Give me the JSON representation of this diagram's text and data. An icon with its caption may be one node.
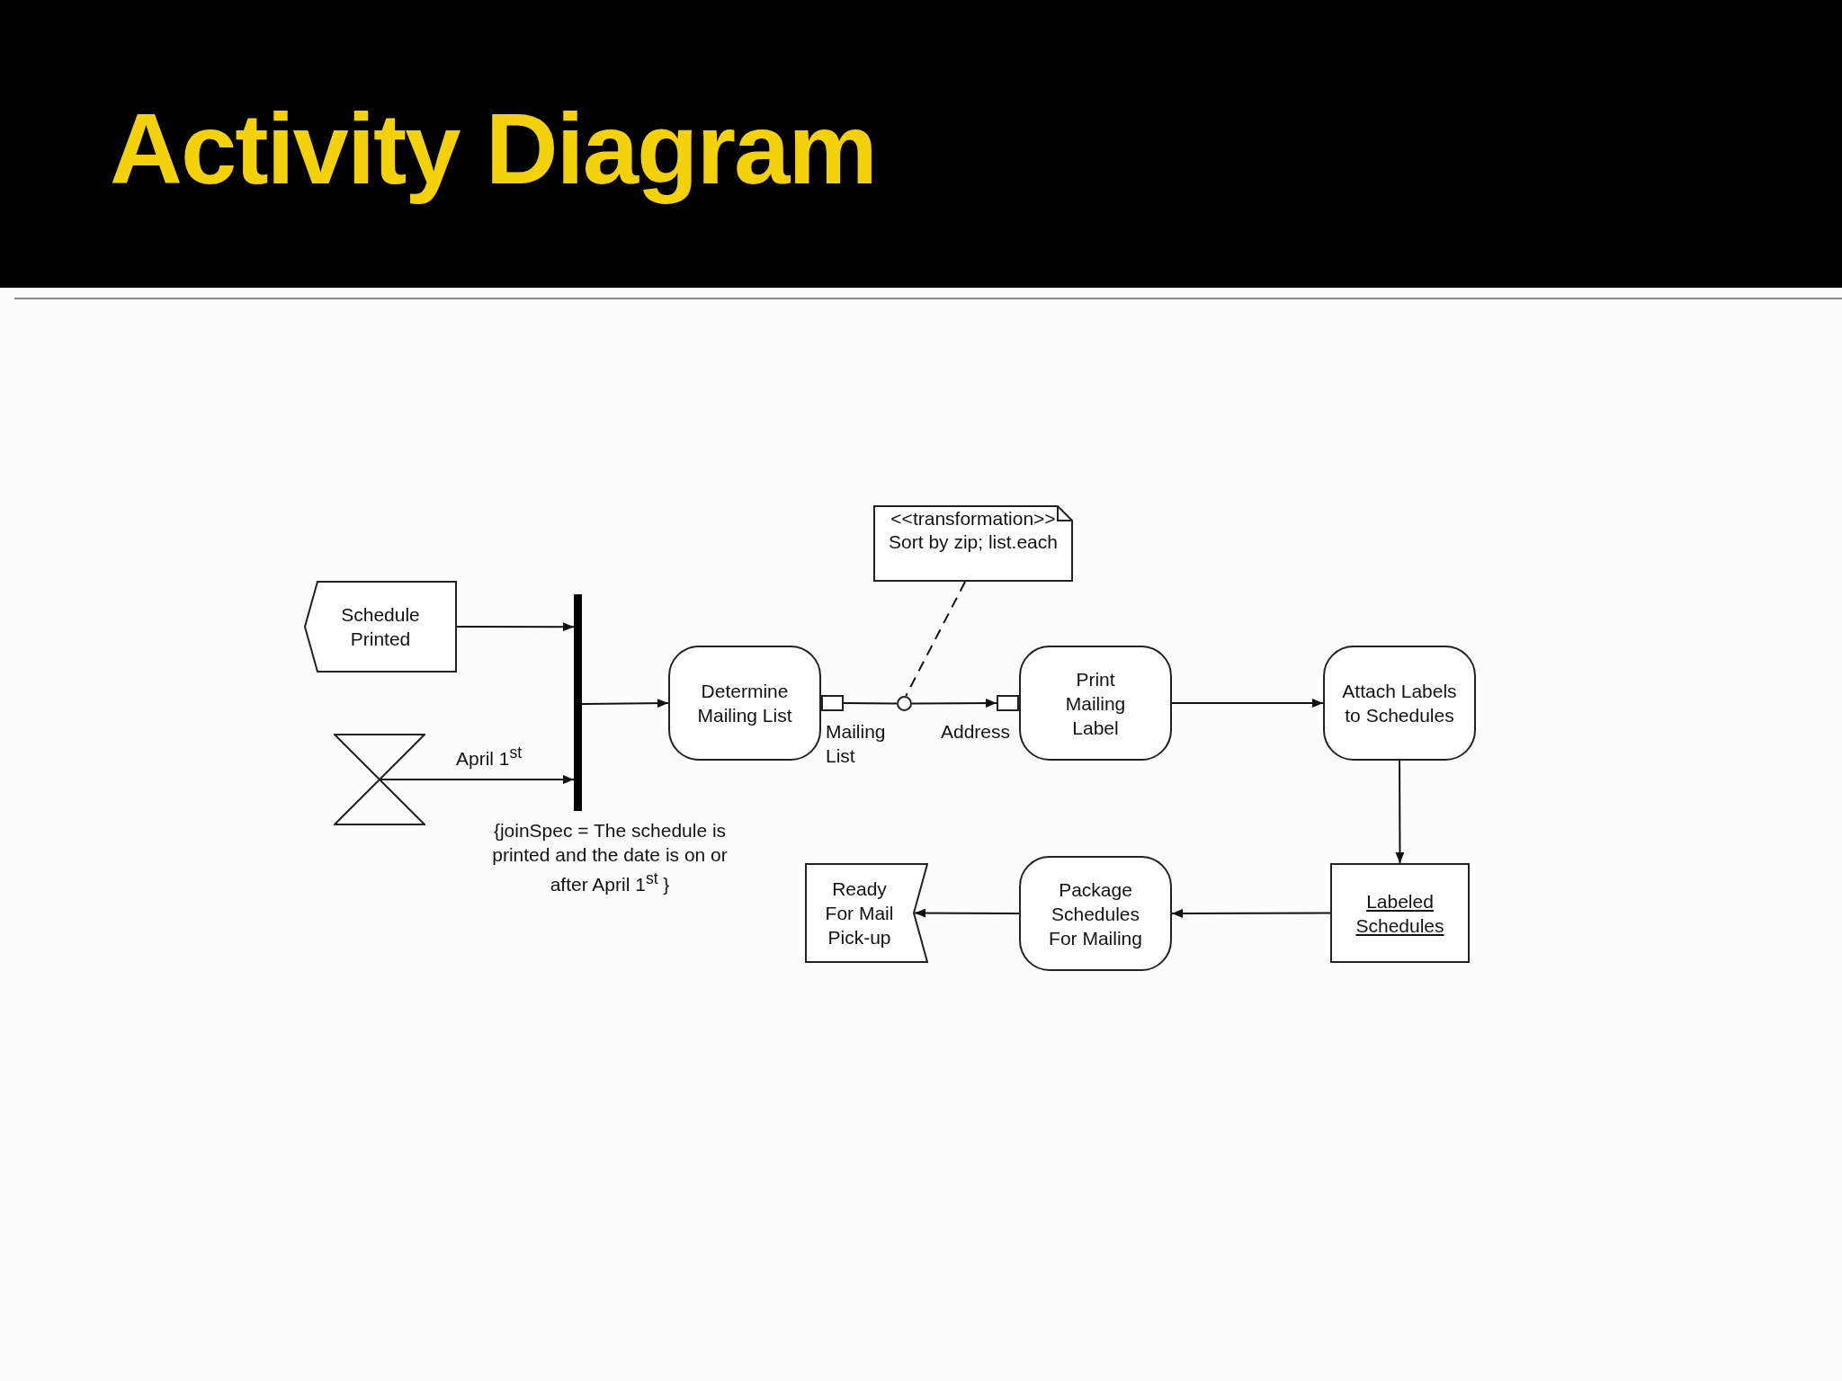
{
  "diagram": {
    "title": "Activity Diagram",
    "nodes": [
      {
        "text": [
          "Schedule Printed"
        ]
      },
      {
        "text": [],
        "shape": "hourglass"
      },
      {
        "text": [],
        "shape": "bar",
        "beside": [
          "{joinSpec = The schedule is printed and the date is on or after April 1$^{st}$ }"
        ]
      },
      {
        "text": [
          "Determine Mailing List"
        ]
      },
      {
        "text": [],
        "shape": "box",
        "beside": [
          "Mailing List"
        ]
      },
      {
        "text": [],
        "shape": "circle"
      },
      {
        "text": [],
        "shape": "box",
        "beside": [
          "Address"
        ]
      },
      {
        "text": [
          "Print Mailing Label"
        ]
      },
      {
        "text": [
          "Attach Labels to Schedules"
        ]
      },
      {
        "text": [
          "Labeled Schedules"
        ]
      },
      {
        "text": [
          "Package Schedules For Mailing"
        ]
      },
      {
        "text": [
          "Ready For Mail Pick-up"
        ]
      },
      {
        "text": [
          "<<transformation>>",
          "Sort by zip; list.each"
        ]
      }
    ],
    "edges": [
      {
        "from": 0,
        "to": 2,
        "arrow": "to"
      },
      {
        "from": 1,
        "to": 2,
        "arrow": "to",
        "label": "April 1$^{st}$"
      },
      {
        "from": 2,
        "to": 3,
        "arrow": "to"
      },
      {
        "from": 4,
        "to": 5,
        "arrow": "none"
      },
      {
        "from": 5,
        "to": 6,
        "arrow": "to"
      },
      {
        "from": 12,
        "to": 5,
        "arrow": "none",
        "style": "dashed"
      },
      {
        "from": 7,
        "to": 8,
        "arrow": "to"
      },
      {
        "from": 8,
        "to": 9,
        "arrow": "to"
      },
      {
        "from": 9,
        "to": 10,
        "arrow": "to"
      },
      {
        "from": 10,
        "to": 11,
        "arrow": "to"
      }
    ]
  }
}
